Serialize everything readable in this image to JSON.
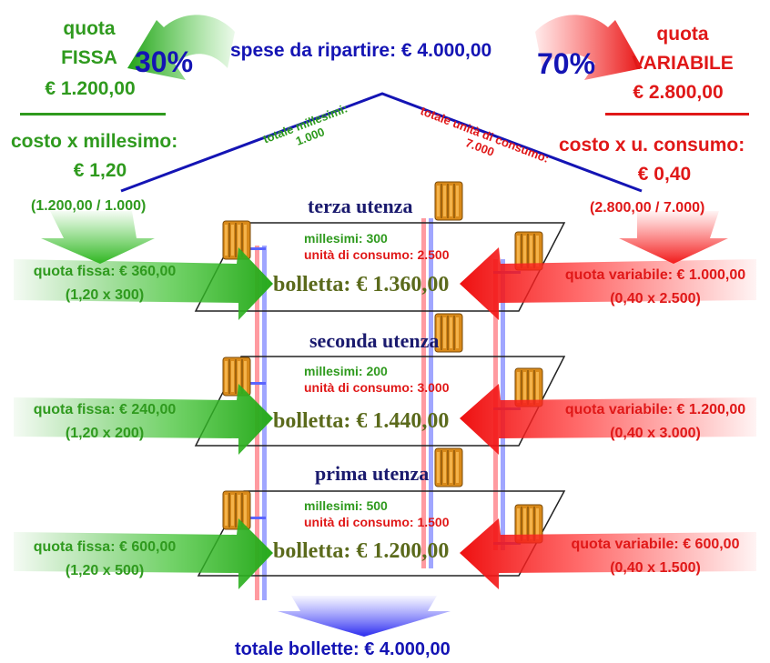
{
  "header": {
    "spese": "spese da ripartire: € 4.000,00",
    "pct_fissa": "30%",
    "pct_variabile": "70%"
  },
  "fissa": {
    "line1": "quota",
    "line2": "FISSA",
    "amount": "€ 1.200,00",
    "cost_label": "costo x millesimo:",
    "cost_value": "€ 1,20",
    "calc": "(1.200,00 / 1.000)"
  },
  "variabile": {
    "line1": "quota",
    "line2": "VARIABILE",
    "amount": "€ 2.800,00",
    "cost_label": "costo x u. consumo:",
    "cost_value": "€ 0,40",
    "calc": "(2.800,00 / 7.000)"
  },
  "roof": {
    "left_line1": "totale millesimi:",
    "left_line2": "1.000",
    "right_line1": "totale unità di consumo:",
    "right_line2": "7.000"
  },
  "floors": [
    {
      "title": "terza utenza",
      "millesimi": "millesimi: 300",
      "unita": "unità di consumo: 2.500",
      "bolletta": "bolletta: € 1.360,00",
      "fissa": "quota fissa: € 360,00",
      "fissa_calc": "(1,20 x 300)",
      "variabile": "quota variabile: € 1.000,00",
      "variabile_calc": "(0,40 x 2.500)"
    },
    {
      "title": "seconda utenza",
      "millesimi": "millesimi: 200",
      "unita": "unità di consumo: 3.000",
      "bolletta": "bolletta: € 1.440,00",
      "fissa": "quota fissa: € 240,00",
      "fissa_calc": "(1,20 x 200)",
      "variabile": "quota variabile: € 1.200,00",
      "variabile_calc": "(0,40 x 3.000)"
    },
    {
      "title": "prima utenza",
      "millesimi": "millesimi: 500",
      "unita": "unità di consumo: 1.500",
      "bolletta": "bolletta: € 1.200,00",
      "fissa": "quota fissa: € 600,00",
      "fissa_calc": "(1,20 x 500)",
      "variabile": "quota variabile: € 600,00",
      "variabile_calc": "(0,40 x 1.500)"
    }
  ],
  "footer": {
    "totale": "totale bollette: € 4.000,00"
  },
  "colors": {
    "green": "#2f9a1e",
    "red": "#e01818",
    "blue": "#1414b4"
  }
}
